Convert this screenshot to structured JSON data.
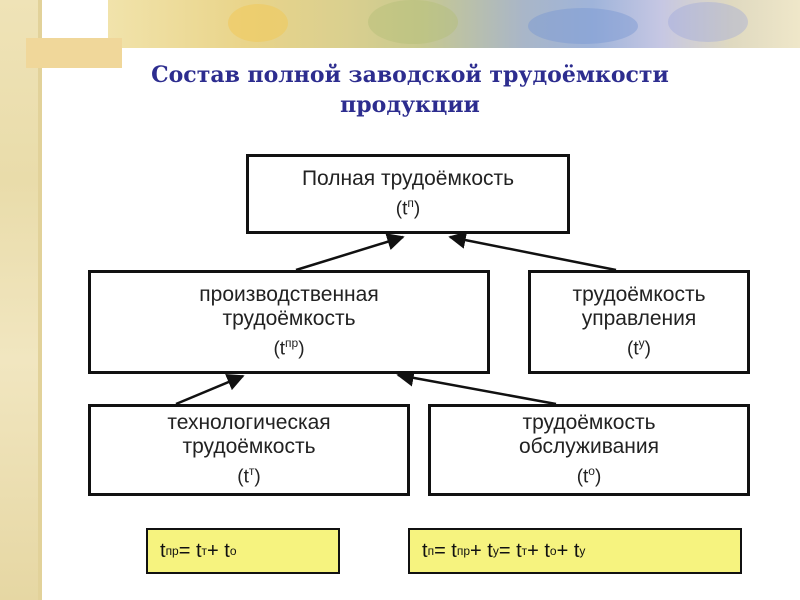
{
  "title": {
    "line1": "Состав полной заводской трудоёмкости",
    "line2": "продукции"
  },
  "nodes": {
    "full": {
      "label": "Полная трудоёмкость",
      "symbol": "(t",
      "sup": "п",
      "close": ")"
    },
    "production": {
      "line1": "производственная",
      "line2": "трудоёмкость",
      "symbol": "(t",
      "sup": "пр",
      "close": ")"
    },
    "management": {
      "line1": "трудоёмкость",
      "line2": "управления",
      "symbol": "(t",
      "sup": "у",
      "close": ")"
    },
    "technological": {
      "line1": "технологическая",
      "line2": "трудоёмкость",
      "symbol": "(t",
      "sup": "т",
      "close": ")"
    },
    "service": {
      "line1": "трудоёмкость",
      "line2": "обслуживания",
      "symbol": "(t",
      "sup": "о",
      "close": ")"
    }
  },
  "formulas": {
    "f1": {
      "t1": "t",
      "s1": "пр",
      "eq": " = t",
      "s2": "т",
      "plus": " + t",
      "s3": "о"
    },
    "f2": {
      "t1": "t",
      "s1": "п",
      "eq1": " = t",
      "s2": "пр",
      "p1": " + t",
      "s3": "у",
      "eq2": " = t",
      "s4": "т",
      "p2": " + t",
      "s5": "о",
      "p3": " + t",
      "s6": "у"
    }
  },
  "colors": {
    "title": "#2d2d8f",
    "formula_bg": "#f6f37f",
    "border": "#111111"
  }
}
